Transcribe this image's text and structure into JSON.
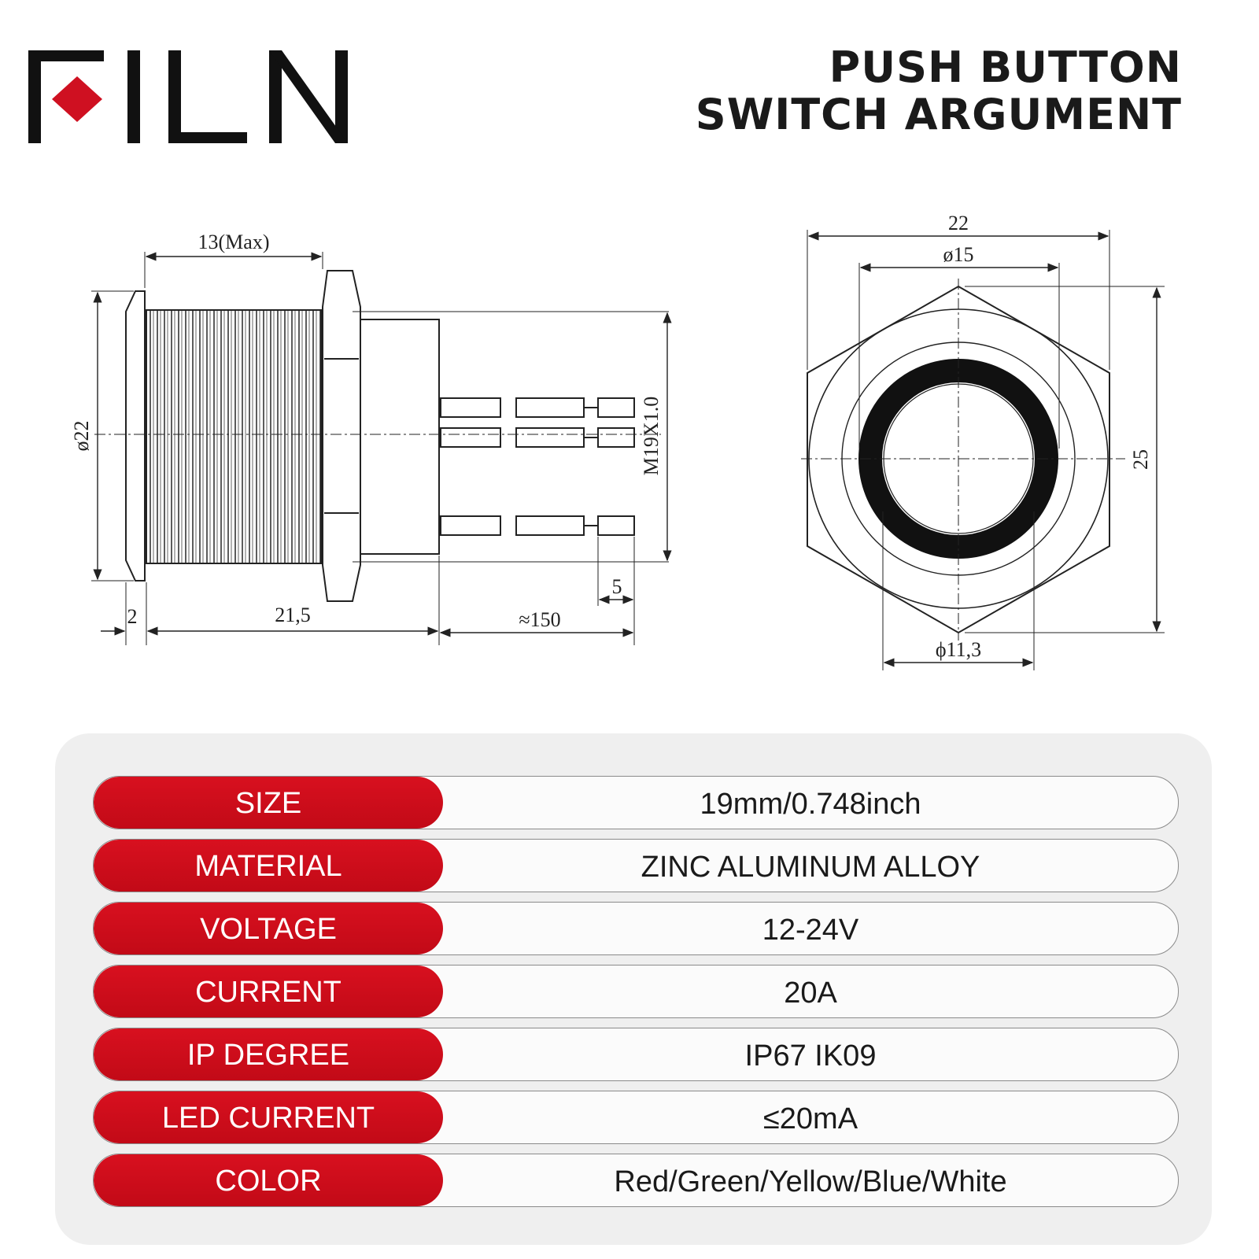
{
  "brand": {
    "logo_text": "FILN",
    "accent_color": "#cf1021"
  },
  "header": {
    "line1": "PUSH BUTTON",
    "line2": "SWITCH ARGUMENT"
  },
  "drawing": {
    "side_view": {
      "dim_thread_length": "13(Max)",
      "dim_diameter": "ø22",
      "dim_thread": "M19X1.0",
      "dim_flange": "2",
      "dim_body": "21,5",
      "dim_wire": "≈150",
      "dim_terminal": "5"
    },
    "front_view": {
      "dim_width": "22",
      "dim_ring": "ø15",
      "dim_height": "25",
      "dim_button": "ϕ11,3"
    }
  },
  "specs": [
    {
      "label": "SIZE",
      "value": "19mm/0.748inch"
    },
    {
      "label": "MATERIAL",
      "value": "ZINC ALUMINUM ALLOY"
    },
    {
      "label": "VOLTAGE",
      "value": "12-24V"
    },
    {
      "label": "CURRENT",
      "value": "20A"
    },
    {
      "label": "IP DEGREE",
      "value": "IP67 IK09"
    },
    {
      "label": "LED CURRENT",
      "value": "≤20mA"
    },
    {
      "label": "COLOR",
      "value": "Red/Green/Yellow/Blue/White"
    }
  ]
}
